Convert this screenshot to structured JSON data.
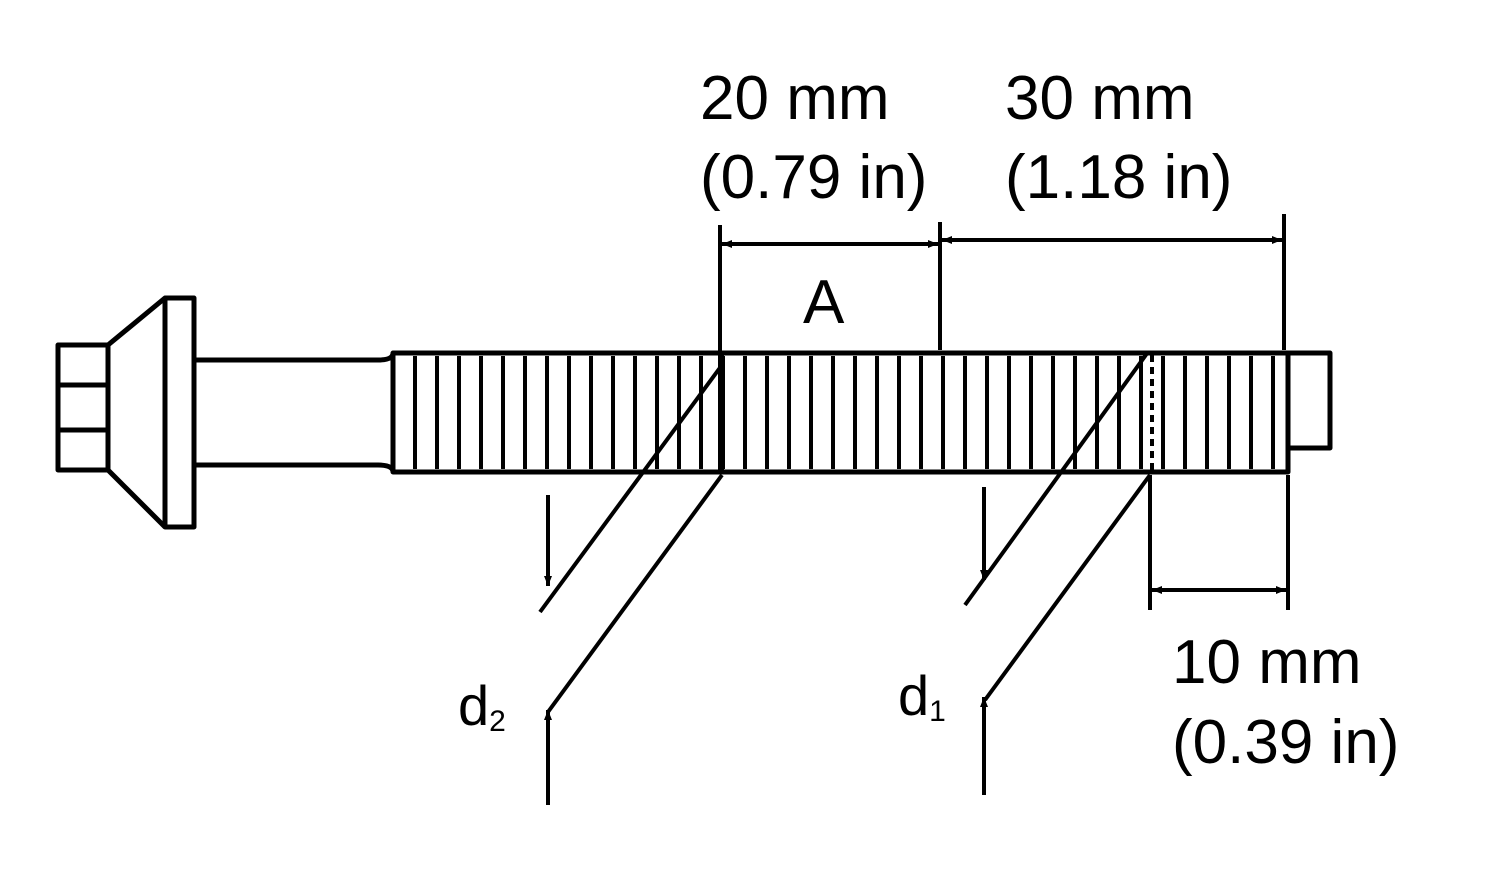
{
  "dimensions": {
    "upper_left": {
      "mm": "20 mm",
      "inch": "(0.79 in)"
    },
    "upper_right": {
      "mm": "30 mm",
      "inch": "(1.18 in)"
    },
    "lower_right": {
      "mm": "10 mm",
      "inch": "(0.39 in)"
    }
  },
  "labels": {
    "region_a": "A",
    "d2_letter": "d",
    "d2_sub": "2",
    "d1_letter": "d",
    "d1_sub": "1"
  },
  "colors": {
    "ink": "#000000",
    "background": "#ffffff"
  }
}
